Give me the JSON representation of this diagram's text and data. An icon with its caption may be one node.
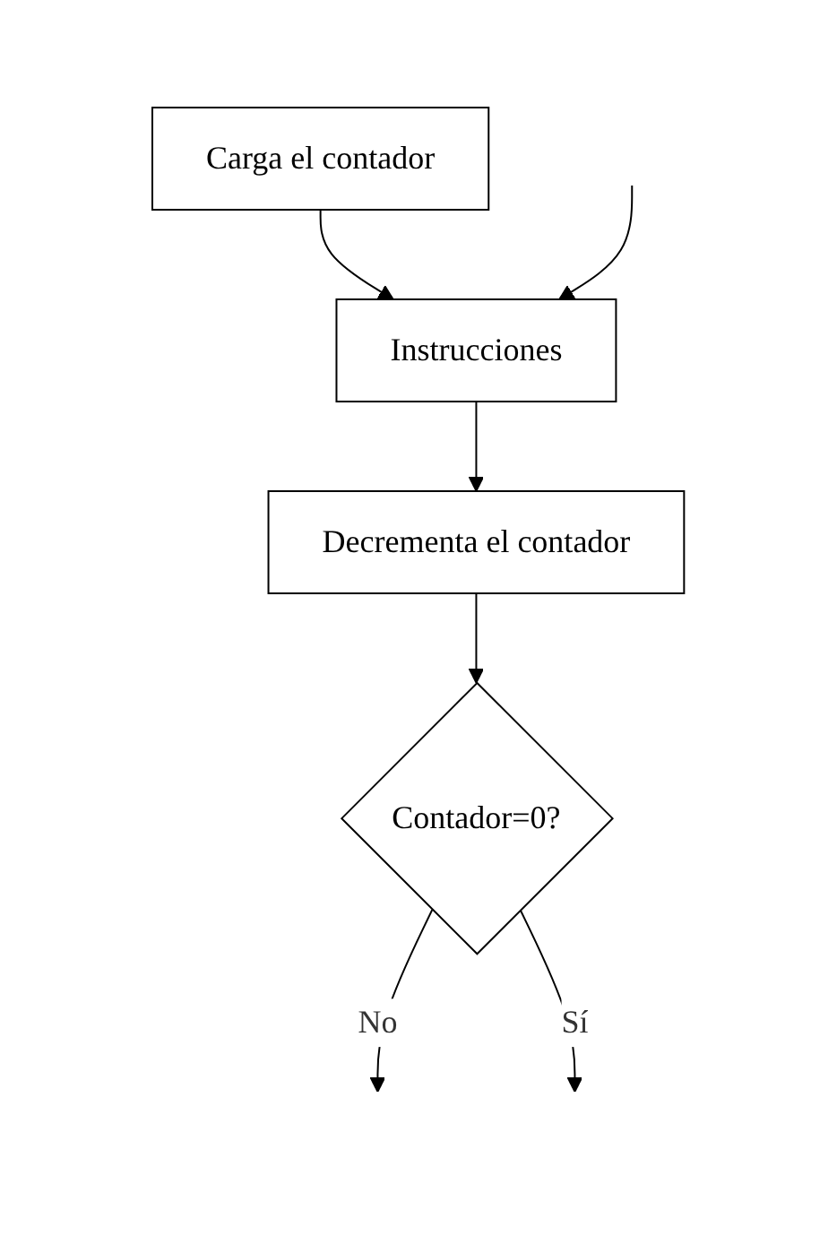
{
  "diagram": {
    "nodes": [
      {
        "text": [
          "Carga el contador"
        ]
      },
      {
        "text": [
          "Instrucciones"
        ]
      },
      {
        "text": [
          "Decrementa el contador"
        ]
      },
      {
        "text": [
          "Contador=0?"
        ]
      }
    ],
    "edges": [
      {
        "from": 0,
        "to": 1,
        "arrow": "to"
      },
      {
        "from": null,
        "to": 1,
        "arrow": "to"
      },
      {
        "from": 1,
        "to": 2,
        "arrow": "to"
      },
      {
        "from": 2,
        "to": 3,
        "arrow": "to"
      },
      {
        "from": 3,
        "to": null,
        "arrow": "to",
        "label": "No"
      },
      {
        "from": 3,
        "to": null,
        "arrow": "to",
        "label": "Sí"
      }
    ]
  }
}
